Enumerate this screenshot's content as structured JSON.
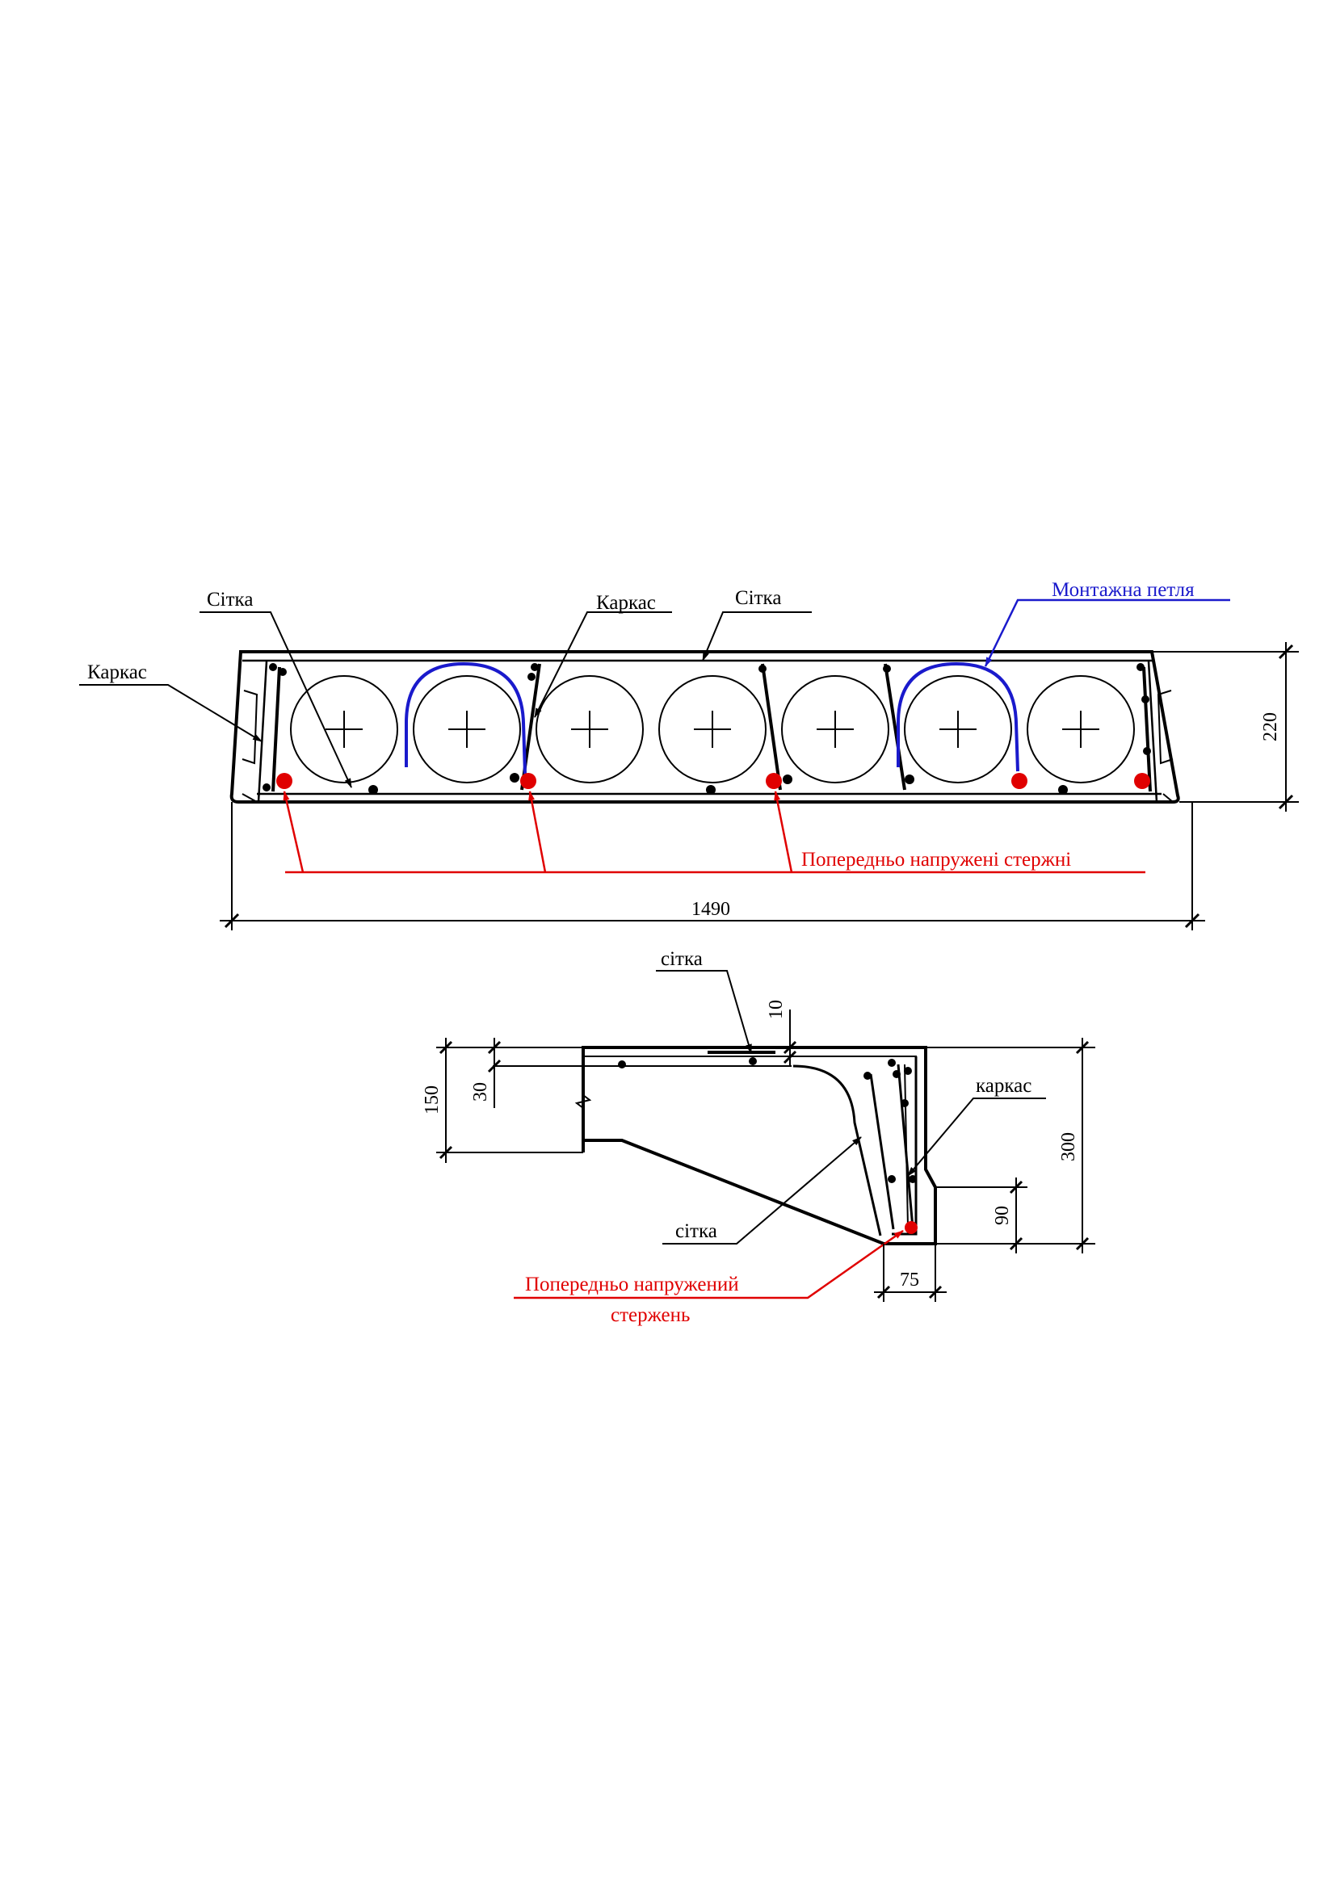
{
  "drawing1": {
    "labels": {
      "sitka_left": "Сітка",
      "karkas_middle": "Каркас",
      "sitka_top": "Сітка",
      "montazh_petlia": "Монтажна петля",
      "karkas_left": "Каркас",
      "prestressed_rods": "Попередньо напружені стержні"
    },
    "dimensions": {
      "width": "1490",
      "height": "220"
    }
  },
  "drawing2": {
    "labels": {
      "sitka_top": "сітка",
      "karkas": "каркас",
      "sitka_bottom": "сітка",
      "prestressed_rod_line1": "Попередньо напружений",
      "prestressed_rod_line2": "стержень"
    },
    "dimensions": {
      "d10": "10",
      "d150": "150",
      "d30": "30",
      "d300": "300",
      "d90": "90",
      "d75": "75"
    }
  },
  "colors": {
    "lines": "#000000",
    "loop": "#1a1acc",
    "prestressed": "#e00000"
  }
}
